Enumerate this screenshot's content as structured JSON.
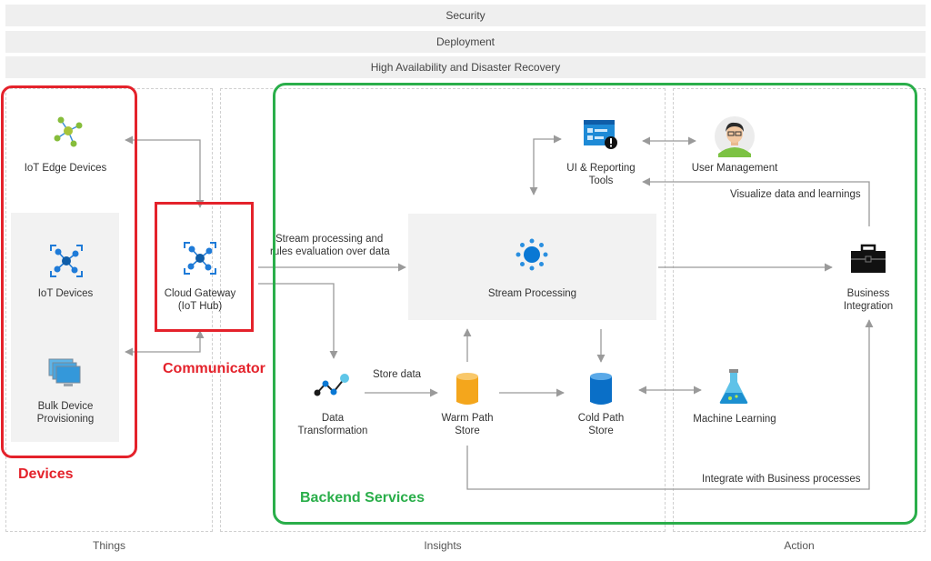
{
  "bands": {
    "security": "Security",
    "deployment": "Deployment",
    "ha_dr": "High Availability and Disaster Recovery"
  },
  "columns": {
    "things": "Things",
    "insights": "Insights",
    "action": "Action"
  },
  "nodes": {
    "iot_edge_devices": "IoT Edge Devices",
    "iot_devices": "IoT Devices",
    "bulk_device_provisioning_l1": "Bulk Device",
    "bulk_device_provisioning_l2": "Provisioning",
    "cloud_gateway_l1": "Cloud Gateway",
    "cloud_gateway_l2": "(IoT Hub)",
    "stream_processing": "Stream Processing",
    "ui_reporting_l1": "UI & Reporting",
    "ui_reporting_l2": "Tools",
    "user_management": "User Management",
    "business_integration_l1": "Business",
    "business_integration_l2": "Integration",
    "data_transformation_l1": "Data",
    "data_transformation_l2": "Transformation",
    "warm_path_l1": "Warm Path",
    "warm_path_l2": "Store",
    "cold_path_l1": "Cold Path",
    "cold_path_l2": "Store",
    "machine_learning": "Machine Learning"
  },
  "edge_labels": {
    "stream_eval_l1": "Stream processing and",
    "stream_eval_l2": "rules evaluation over data",
    "store_data": "Store data",
    "visualize": "Visualize data and learnings",
    "integrate": "Integrate with Business processes"
  },
  "callouts": {
    "devices": "Devices",
    "communicator": "Communicator",
    "backend": "Backend Services"
  },
  "colors": {
    "red": "#e4222b",
    "green": "#2aae4a",
    "arrow": "#9a9a9a",
    "azure_blue": "#0078d4"
  }
}
